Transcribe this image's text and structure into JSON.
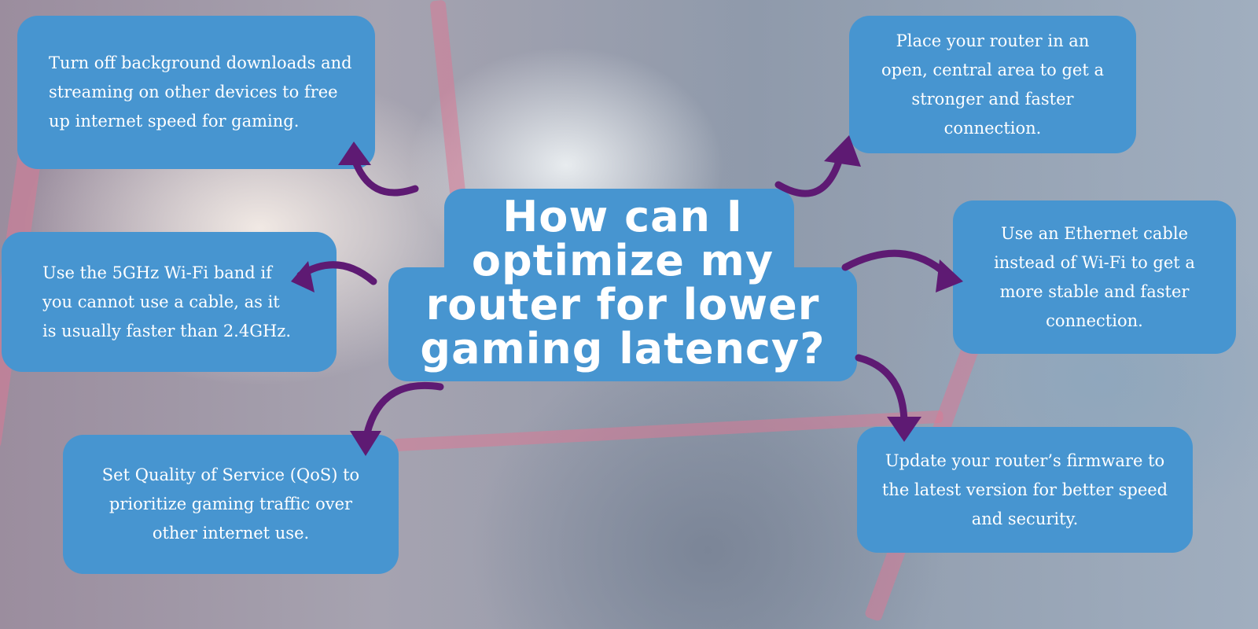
{
  "title": "How can I optimize my router for lower gaming latency?",
  "tips": [
    "Turn off background downloads and streaming on other devices to free up internet speed for gaming.",
    "Place your router in an open, central area to get a stronger and faster connection.",
    "Use the 5GHz Wi-Fi band if you cannot use a cable, as it is usually faster than 2.4GHz.",
    "Use an Ethernet cable instead of Wi-Fi to get a more stable and faster connection.",
    "Set Quality of Service (QoS) to prioritize gaming traffic over other internet use.",
    "Update your router’s firmware to the latest version for better speed and security."
  ],
  "colors": {
    "box": "#4795d0",
    "arrow": "#5e1a73"
  }
}
